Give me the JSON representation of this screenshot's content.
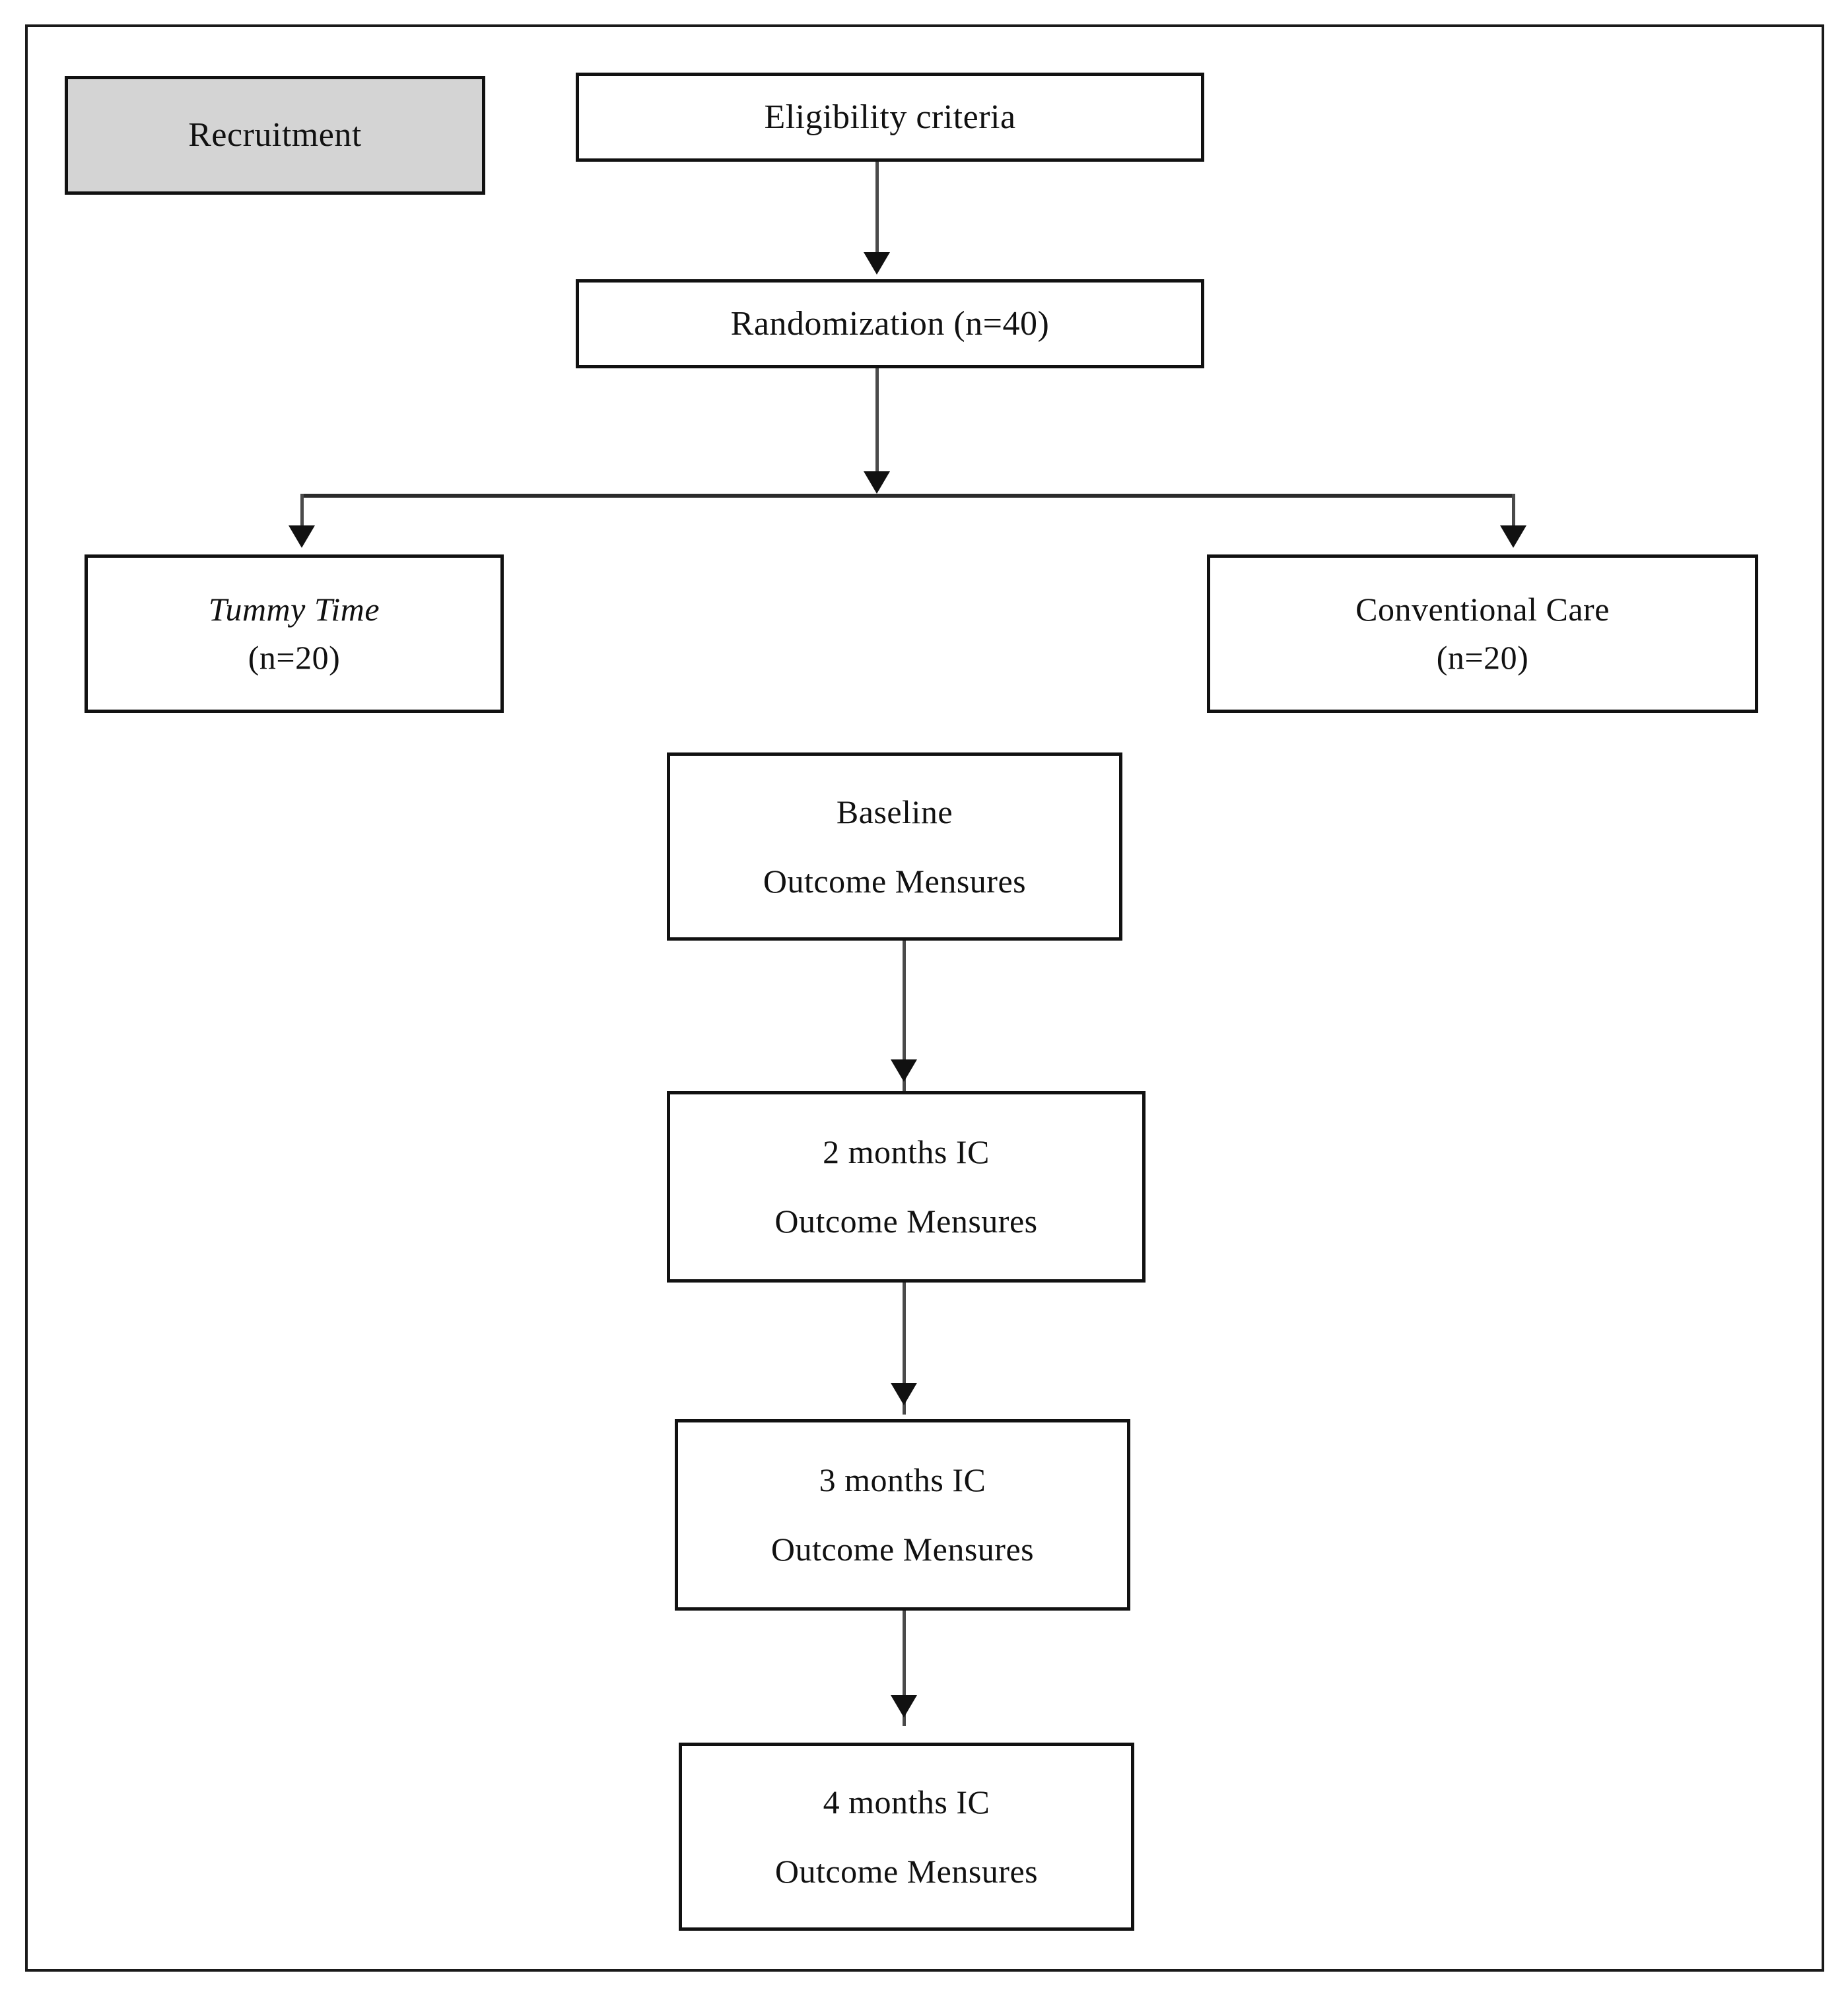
{
  "diagram": {
    "title_visible": false,
    "colors": {
      "shaded_node_fill": "#d4d4d4",
      "node_fill": "#ffffff",
      "node_border": "#111111",
      "connector": "#4a4a4a",
      "frame": "#1a1a1a",
      "text": "#111111"
    },
    "nodes": {
      "recruitment": {
        "label": "Recruitment"
      },
      "eligibility": {
        "label": "Eligibility criteria"
      },
      "randomization": {
        "label": "Randomization (n=40)"
      },
      "tummy_time": {
        "line1": "Tummy Time",
        "line2": "(n=20)"
      },
      "conventional_care": {
        "line1": "Conventional Care",
        "line2": "(n=20)"
      },
      "baseline": {
        "line1": "Baseline",
        "line2": "Outcome Mensures"
      },
      "month2": {
        "line1": "2 months IC",
        "line2": "Outcome Mensures"
      },
      "month3": {
        "line1": "3 months IC",
        "line2": "Outcome Mensures"
      },
      "month4": {
        "line1": "4 months IC",
        "line2": "Outcome Mensures"
      }
    },
    "edges": [
      {
        "from": "eligibility",
        "to": "randomization",
        "type": "straight-arrow-down"
      },
      {
        "from": "randomization",
        "to": "tummy_time",
        "type": "split-arrow-left"
      },
      {
        "from": "randomization",
        "to": "conventional_care",
        "type": "split-arrow-right"
      },
      {
        "from": "baseline",
        "to": "month2",
        "type": "straight-arrow-down"
      },
      {
        "from": "month2",
        "to": "month3",
        "type": "straight-arrow-down"
      },
      {
        "from": "month3",
        "to": "month4",
        "type": "straight-arrow-down"
      }
    ]
  }
}
